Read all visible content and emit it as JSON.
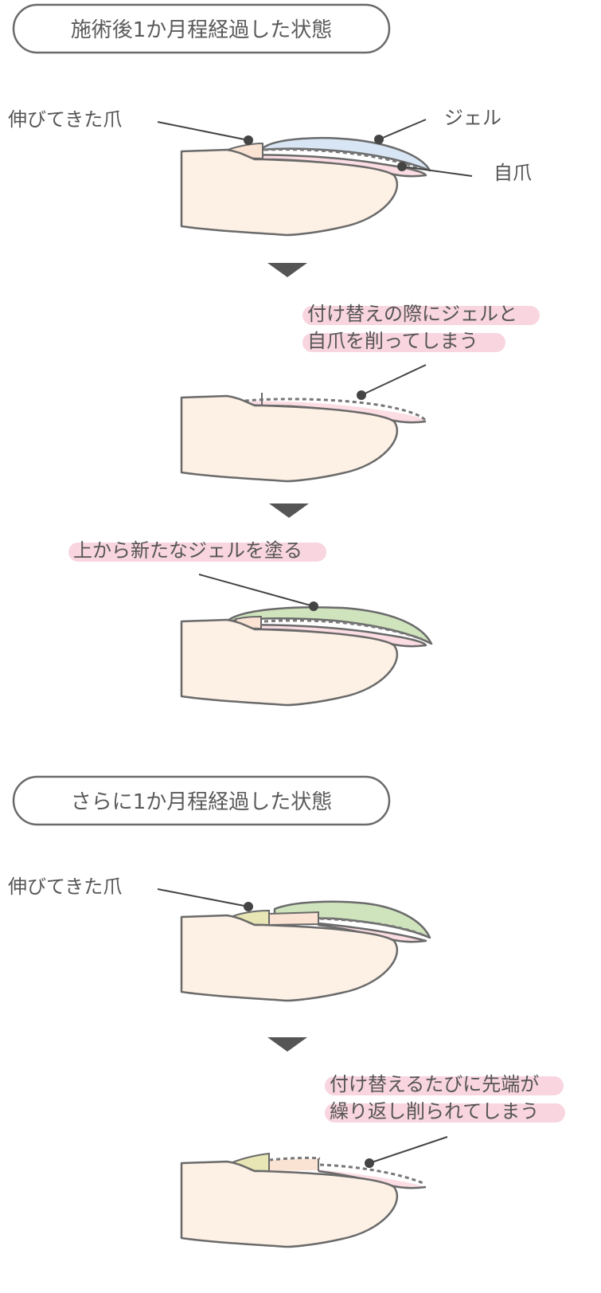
{
  "header_top": "施術後1か月程経過した状態",
  "header_bottom": "さらに1か月程経過した状態",
  "step1": {
    "label_grown_nail": "伸びてきた爪",
    "label_gel": "ジェル",
    "label_natural_nail": "自爪"
  },
  "step2": {
    "note_line1": "付け替えの際にジェルと",
    "note_line2": "自爪を削ってしまう"
  },
  "step3": {
    "note": "上から新たなジェルを塗る"
  },
  "step4": {
    "label_grown_nail": "伸びてきた爪"
  },
  "step5": {
    "note_line1": "付け替えるたびに先端が",
    "note_line2": "繰り返し削られてしまう"
  },
  "colors": {
    "skin": "#fdf0e4",
    "nail_pink": "#fbdde3",
    "gel_blue": "#d8e5f4",
    "gel_green": "#cfe3bd",
    "old_gel_yellow": "#e8e6b4",
    "grown_nail": "#fbe3d3",
    "outline": "#6a6a6a",
    "highlight": "#f8d5df"
  }
}
